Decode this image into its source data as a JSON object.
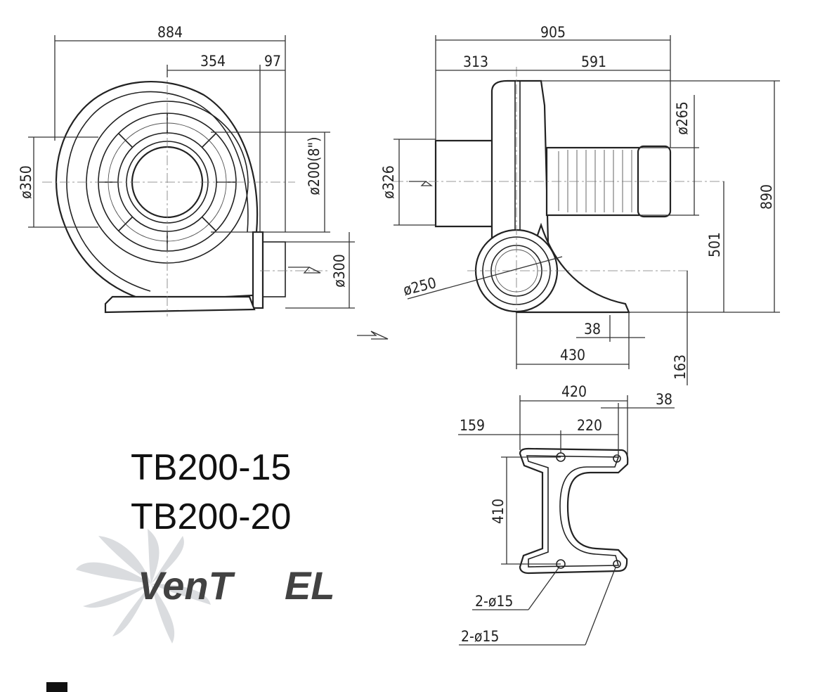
{
  "dimensions": {
    "front_width": "884",
    "front_inlet_offset": "354",
    "front_outlet_offset": "97",
    "front_housing_dia": "ø350",
    "front_inlet_dia": "ø200(8\")",
    "front_outlet_size": "ø300",
    "side_width": "905",
    "side_inlet_depth": "313",
    "side_motor_length": "591",
    "side_motor_dia": "ø265",
    "side_inlet_dia": "ø326",
    "side_total_height": "890",
    "side_center_height": "501",
    "side_outlet_dia": "ø250",
    "side_base_offset": "38",
    "side_base_length": "430",
    "side_outlet_height": "163",
    "base_length": "420",
    "base_edge": "38",
    "base_offset": "159",
    "base_hole_spacing": "220",
    "base_width": "410",
    "base_holes_a": "2-ø15",
    "base_holes_b": "2-ø15"
  },
  "models": [
    "TB200-15",
    "TB200-20"
  ],
  "logo": {
    "text_a": "VenT",
    "text_b": "EL",
    "color_gray": "#b9bdc1",
    "color_blue": "#9fc3e3"
  }
}
